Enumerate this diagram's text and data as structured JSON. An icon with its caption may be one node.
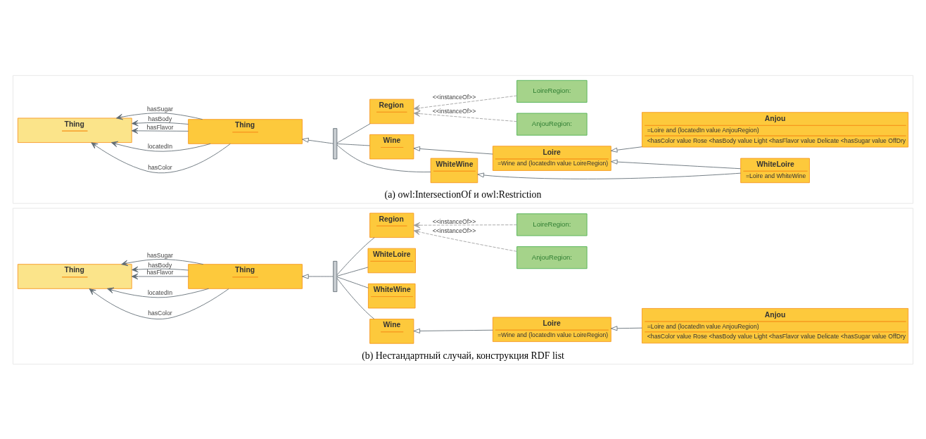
{
  "diagram": {
    "nodes": [
      {
        "text": [
          "(a) owl:IntersectionOf и owl:Restriction"
        ]
      },
      {
        "text": [
          "Thing"
        ],
        "in": 0
      },
      {
        "text": [
          "Thing"
        ],
        "in": 0
      },
      {
        "text": [],
        "shape": "bar",
        "in": 0
      },
      {
        "text": [
          "Region"
        ],
        "in": 0
      },
      {
        "text": [
          "LoireRegion:"
        ],
        "in": 0
      },
      {
        "text": [
          "AnjouRegion:"
        ],
        "in": 0
      },
      {
        "text": [
          "Wine"
        ],
        "in": 0
      },
      {
        "text": [
          "Loire",
          "=Wine and (locatedIn value LoireRegion)"
        ],
        "in": 0
      },
      {
        "text": [
          "WhiteWine"
        ],
        "in": 0
      },
      {
        "text": [
          "Anjou",
          "=Loire and (locatedIn value AnjouRegion)",
          "<hasColor value Rose <hasBody value Light <hasFlavor value Delicate <hasSugar value OffDry"
        ],
        "in": 0
      },
      {
        "text": [
          "WhiteLoire",
          "=Loire and WhiteWine"
        ],
        "in": 0
      },
      {
        "text": [
          "(b) Нестандартный случай, конструкция RDF list"
        ]
      },
      {
        "text": [
          "Thing"
        ],
        "in": 12
      },
      {
        "text": [
          "Thing"
        ],
        "in": 12
      },
      {
        "text": [],
        "shape": "bar",
        "in": 12
      },
      {
        "text": [
          "Region"
        ],
        "in": 12
      },
      {
        "text": [
          "LoireRegion:"
        ],
        "in": 12
      },
      {
        "text": [
          "AnjouRegion:"
        ],
        "in": 12
      },
      {
        "text": [
          "WhiteLoire"
        ],
        "in": 12
      },
      {
        "text": [
          "WhiteWine"
        ],
        "in": 12
      },
      {
        "text": [
          "Wine"
        ],
        "in": 12
      },
      {
        "text": [
          "Loire",
          "=Wine and (locatedIn value LoireRegion)"
        ],
        "in": 12
      },
      {
        "text": [
          "Anjou",
          "=Loire and (locatedIn value AnjouRegion)",
          "<hasColor value Rose <hasBody value Light <hasFlavor value Delicate <hasSugar value OffDry"
        ],
        "in": 12
      }
    ],
    "edges": [
      {
        "from": 1,
        "to": 2,
        "arrow": "to",
        "label": "hasColor"
      },
      {
        "from": 1,
        "to": 2,
        "arrow": "to",
        "label": "locatedIn"
      },
      {
        "from": 1,
        "to": 2,
        "arrow": "to",
        "label": "hasFlavor"
      },
      {
        "from": 1,
        "to": 2,
        "arrow": "to",
        "label": "hasBody"
      },
      {
        "from": 1,
        "to": 2,
        "arrow": "to",
        "label": "hasSugar"
      },
      {
        "from": 3,
        "to": 1,
        "arrow": "to"
      },
      {
        "from": 4,
        "to": 3,
        "arrow": "none"
      },
      {
        "from": 7,
        "to": 3,
        "arrow": "none"
      },
      {
        "from": 9,
        "to": 3,
        "arrow": "none"
      },
      {
        "from": 5,
        "to": 4,
        "arrow": "to",
        "label": "<<instanceOf>>",
        "style": "dashed",
        "color": "#9e9e9e"
      },
      {
        "from": 6,
        "to": 4,
        "arrow": "to",
        "label": "<<instanceOf>>",
        "style": "dashed",
        "color": "#9e9e9e"
      },
      {
        "from": 8,
        "to": 7,
        "arrow": "to"
      },
      {
        "from": 10,
        "to": 8,
        "arrow": "to"
      },
      {
        "from": 11,
        "to": 8,
        "arrow": "to"
      },
      {
        "from": 11,
        "to": 9,
        "arrow": "to"
      },
      {
        "from": 13,
        "to": 14,
        "arrow": "to",
        "label": "hasColor"
      },
      {
        "from": 13,
        "to": 14,
        "arrow": "to",
        "label": "locatedIn"
      },
      {
        "from": 13,
        "to": 14,
        "arrow": "to",
        "label": "hasFlavor"
      },
      {
        "from": 13,
        "to": 14,
        "arrow": "to",
        "label": "hasBody"
      },
      {
        "from": 13,
        "to": 14,
        "arrow": "to",
        "label": "hasSugar"
      },
      {
        "from": 15,
        "to": 13,
        "arrow": "to"
      },
      {
        "from": 16,
        "to": 15,
        "arrow": "none"
      },
      {
        "from": 19,
        "to": 15,
        "arrow": "none"
      },
      {
        "from": 20,
        "to": 15,
        "arrow": "none"
      },
      {
        "from": 21,
        "to": 15,
        "arrow": "none"
      },
      {
        "from": 17,
        "to": 16,
        "arrow": "to",
        "label": "<<instanceOf>>",
        "style": "dashed",
        "color": "#9e9e9e"
      },
      {
        "from": 18,
        "to": 16,
        "arrow": "to",
        "label": "<<instanceOf>>",
        "style": "dashed",
        "color": "#9e9e9e"
      },
      {
        "from": 22,
        "to": 21,
        "arrow": "to"
      },
      {
        "from": 23,
        "to": 22,
        "arrow": "to"
      }
    ]
  }
}
